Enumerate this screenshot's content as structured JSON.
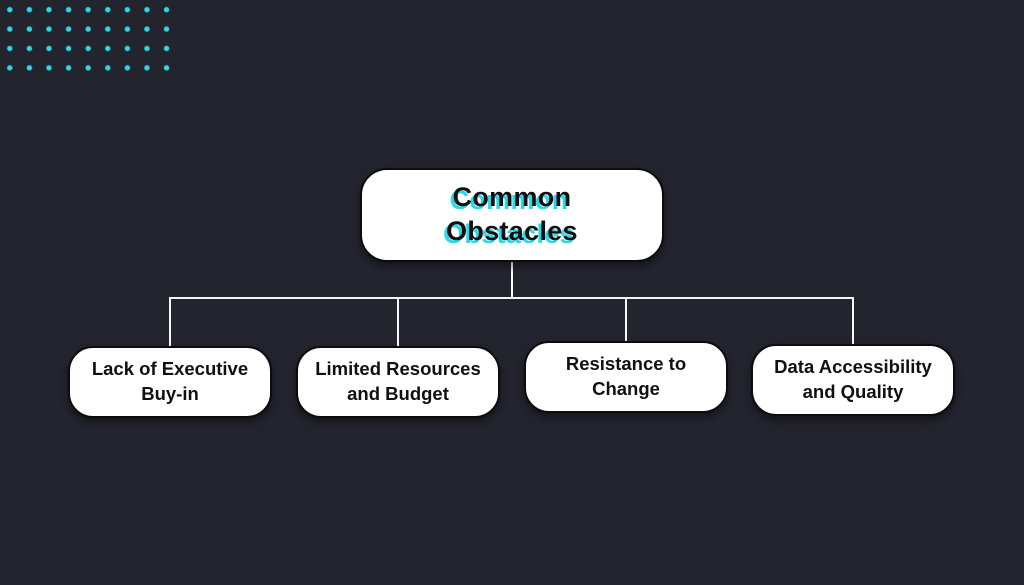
{
  "diagram": {
    "title": "Common Obstacles diagram",
    "root": {
      "label": "Common Obstacles"
    },
    "children": [
      {
        "label": "Lack of Executive Buy-in"
      },
      {
        "label": "Limited Resources and Budget"
      },
      {
        "label": "Resistance to Change"
      },
      {
        "label": "Data Accessibility and Quality"
      }
    ],
    "decoration": {
      "dot_grid": {
        "rows": 4,
        "cols": 9,
        "color": "#2bd9e8"
      }
    },
    "colors": {
      "background": "#24242e",
      "node_fill": "#ffffff",
      "node_border": "#0b0b10",
      "node_text": "#101013",
      "connector_line": "#f8f8f8",
      "accent_cyan": "#2bd9e8"
    }
  }
}
